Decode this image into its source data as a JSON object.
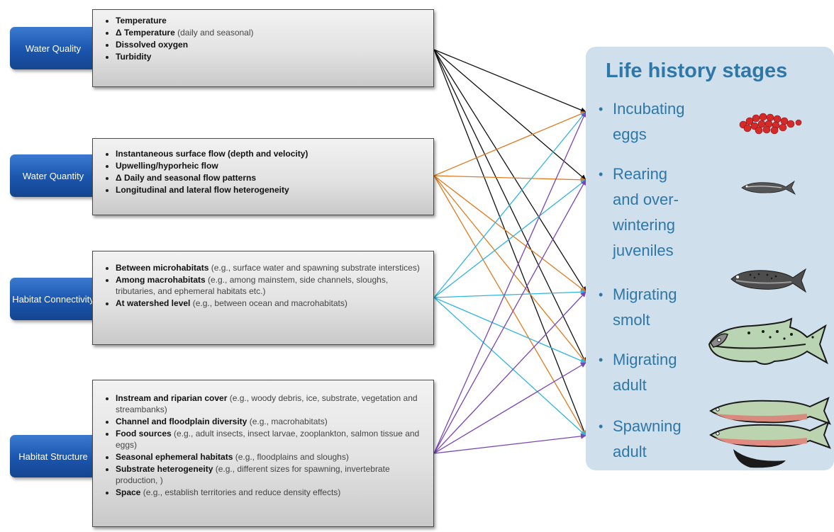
{
  "categories": [
    {
      "label": "Water Quality",
      "items": [
        {
          "bold": "Temperature",
          "detail": ""
        },
        {
          "bold": "Δ Temperature",
          "detail": " (daily and seasonal)"
        },
        {
          "bold": "Dissolved oxygen",
          "detail": ""
        },
        {
          "bold": "Turbidity",
          "detail": ""
        }
      ]
    },
    {
      "label": "Water Quantity",
      "items": [
        {
          "bold": "Instantaneous surface flow (depth and velocity)",
          "detail": ""
        },
        {
          "bold": "Upwelling/hyporheic flow",
          "detail": ""
        },
        {
          "bold": "Δ Daily and seasonal flow patterns",
          "detail": ""
        },
        {
          "bold": "Longitudinal and lateral flow heterogeneity",
          "detail": ""
        }
      ]
    },
    {
      "label": "Habitat Connectivity",
      "items": [
        {
          "bold": "Between microhabitats",
          "detail": " (e.g., surface water and spawning substrate interstices)"
        },
        {
          "bold": "Among macrohabitats",
          "detail": " (e.g., among mainstem, side channels, sloughs, tributaries, and ephemeral habitats etc.)"
        },
        {
          "bold": "At watershed level",
          "detail": "  (e.g., between ocean and macrohabitats)"
        }
      ]
    },
    {
      "label": "Habitat Structure",
      "items": [
        {
          "bold": "Instream and riparian cover",
          "detail": " (e.g., woody debris, ice, substrate, vegetation and streambanks)"
        },
        {
          "bold": "Channel and floodplain diversity",
          "detail": " (e.g., macrohabitats)"
        },
        {
          "bold": "Food sources",
          "detail": " (e.g., adult insects, insect larvae, zooplankton, salmon tissue and eggs)"
        },
        {
          "bold": "Seasonal ephemeral habitats",
          "detail": " (e.g., floodplains and sloughs)"
        },
        {
          "bold": "Substrate heterogeneity",
          "detail": " (e.g., different sizes for spawning, invertebrate production, )"
        },
        {
          "bold": "Space",
          "detail": " (e.g., establish territories and reduce density effects)"
        }
      ]
    }
  ],
  "life_history": {
    "title": "Life history stages",
    "bullet": "•",
    "stages": [
      {
        "label": "Incubating eggs",
        "icon": "salmon-eggs-icon"
      },
      {
        "label": "Rearing and over-wintering juveniles",
        "icon": "juvenile-fish-icon"
      },
      {
        "label": "Migrating smolt",
        "icon": "smolt-fish-icon"
      },
      {
        "label": "Migrating adult",
        "icon": "adult-salmon-icon"
      },
      {
        "label": "Spawning adult",
        "icon": "spawning-salmon-icon"
      }
    ]
  },
  "arrow_colors": [
    "#111111",
    "#e07b22",
    "#30b4e0",
    "#7a45b8"
  ]
}
